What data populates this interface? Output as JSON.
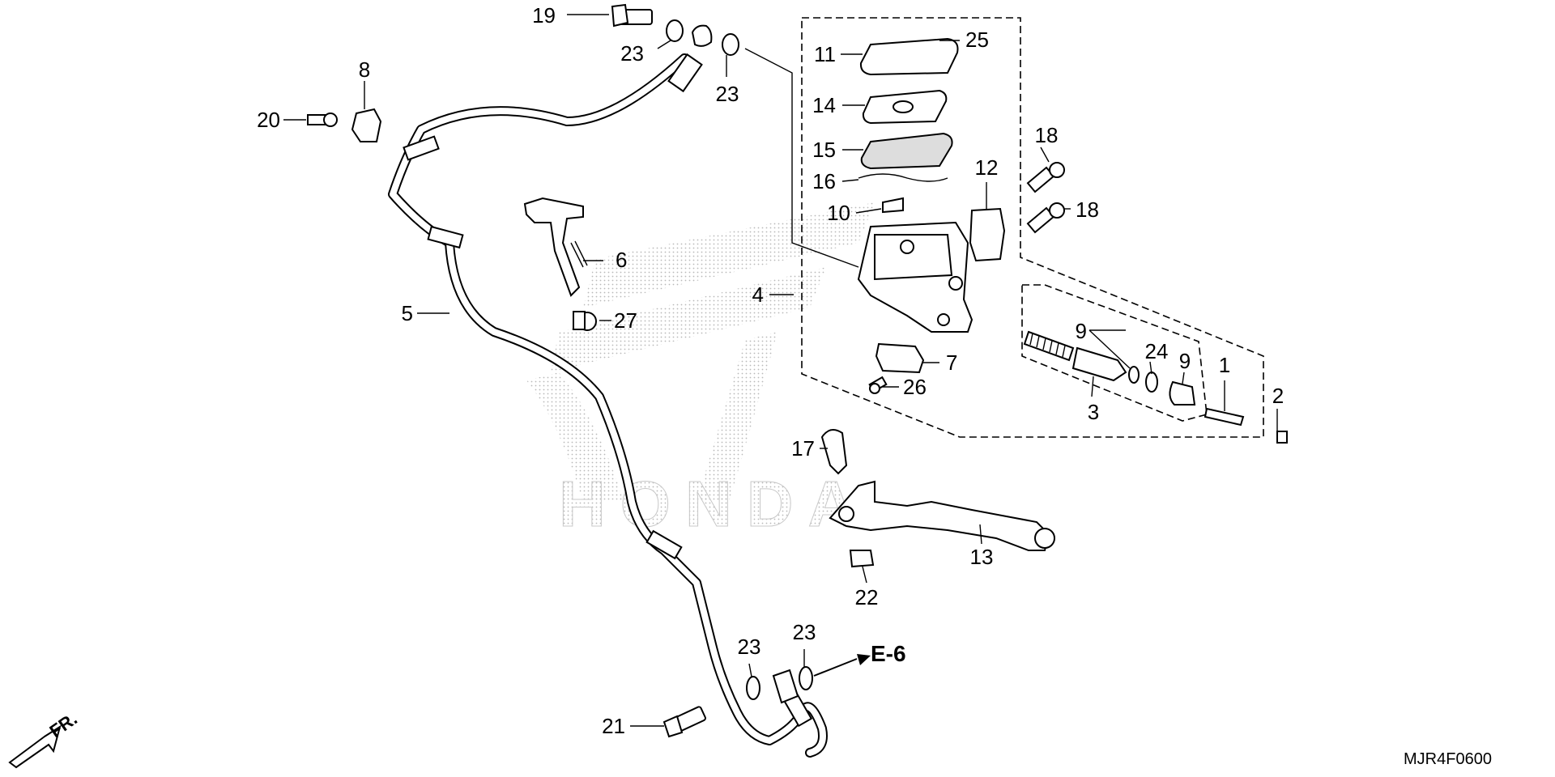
{
  "diagram": {
    "code": "MJR4F0600",
    "reference": "E-6",
    "front_label": "FR.",
    "watermark": "HONDA",
    "colors": {
      "line": "#000000",
      "background": "#ffffff",
      "watermark": "#c8c8c8"
    },
    "callouts": [
      "1",
      "2",
      "3",
      "4",
      "5",
      "6",
      "7",
      "8",
      "9",
      "10",
      "11",
      "12",
      "13",
      "14",
      "15",
      "16",
      "17",
      "18",
      "18",
      "19",
      "20",
      "21",
      "21",
      "22",
      "23",
      "23",
      "23",
      "23",
      "24",
      "25",
      "26",
      "27"
    ]
  }
}
